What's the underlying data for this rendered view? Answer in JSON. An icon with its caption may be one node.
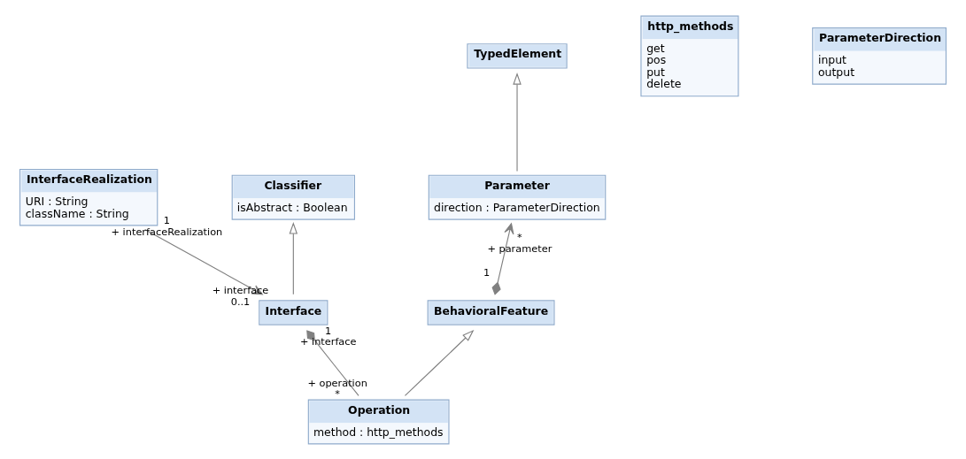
{
  "diagram": {
    "nodes": [
      {
        "text": [
          "InterfaceRealization",
          "URI : String",
          "className : String"
        ]
      },
      {
        "text": [
          "Classifier",
          "isAbstract : Boolean"
        ]
      },
      {
        "text": [
          "http_methods",
          "get",
          "pos",
          "put",
          "delete"
        ]
      },
      {
        "text": [
          "TypedElement"
        ]
      },
      {
        "text": [
          "Interface"
        ]
      },
      {
        "text": [
          "Parameter",
          "direction : ParameterDirection"
        ]
      },
      {
        "text": [
          "Operation",
          "method : http_methods"
        ]
      },
      {
        "text": [
          "ParameterDirection",
          "input",
          "output"
        ]
      },
      {
        "text": [
          "BehavioralFeature"
        ]
      }
    ],
    "edges": [
      {
        "from": 0,
        "to": 4,
        "arrow": "to"
      },
      {
        "from": 4,
        "to": 1,
        "arrow": "to"
      },
      {
        "from": 4,
        "to": 6,
        "arrow": "other"
      },
      {
        "from": 6,
        "to": 8,
        "arrow": "to"
      },
      {
        "from": 5,
        "to": 3,
        "arrow": "to"
      },
      {
        "from": 8,
        "to": 5,
        "arrow": "to"
      }
    ],
    "labels": [
      "1",
      "+ interfaceRealization",
      "+ interface",
      "0..1",
      "1",
      "+ interface",
      "+ operation",
      "*",
      "*",
      "+ parameter",
      "1"
    ]
  }
}
